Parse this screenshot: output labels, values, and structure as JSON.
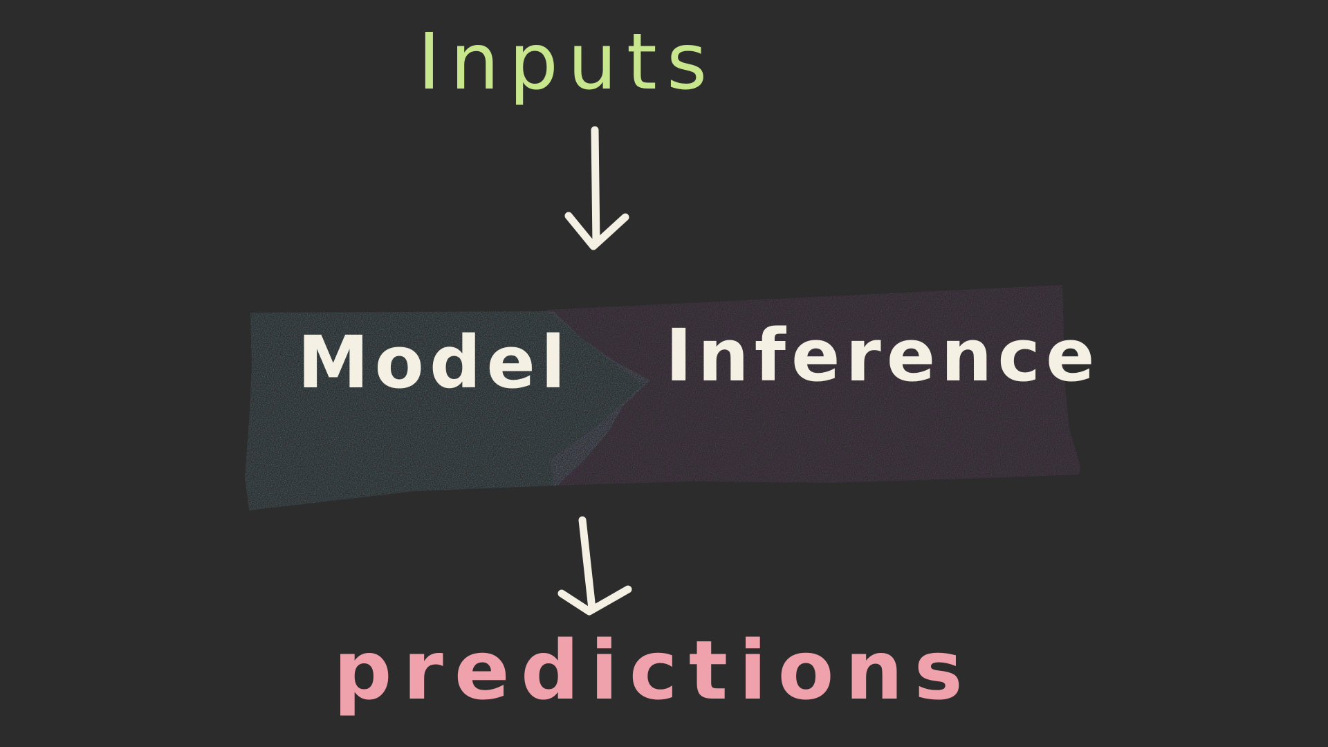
{
  "diagram": {
    "input_label": "Inputs",
    "model_label": "Model",
    "inference_label": "Inference",
    "output_label": "predictions"
  },
  "colors": {
    "background": "#2c2c2c",
    "input_text": "#c8e68c",
    "model_block": "#4e6a73",
    "inference_block": "#5e3f5e",
    "block_text": "#f4f1e4",
    "arrow": "#f4f1e4",
    "output_text": "#f0a2ac"
  }
}
